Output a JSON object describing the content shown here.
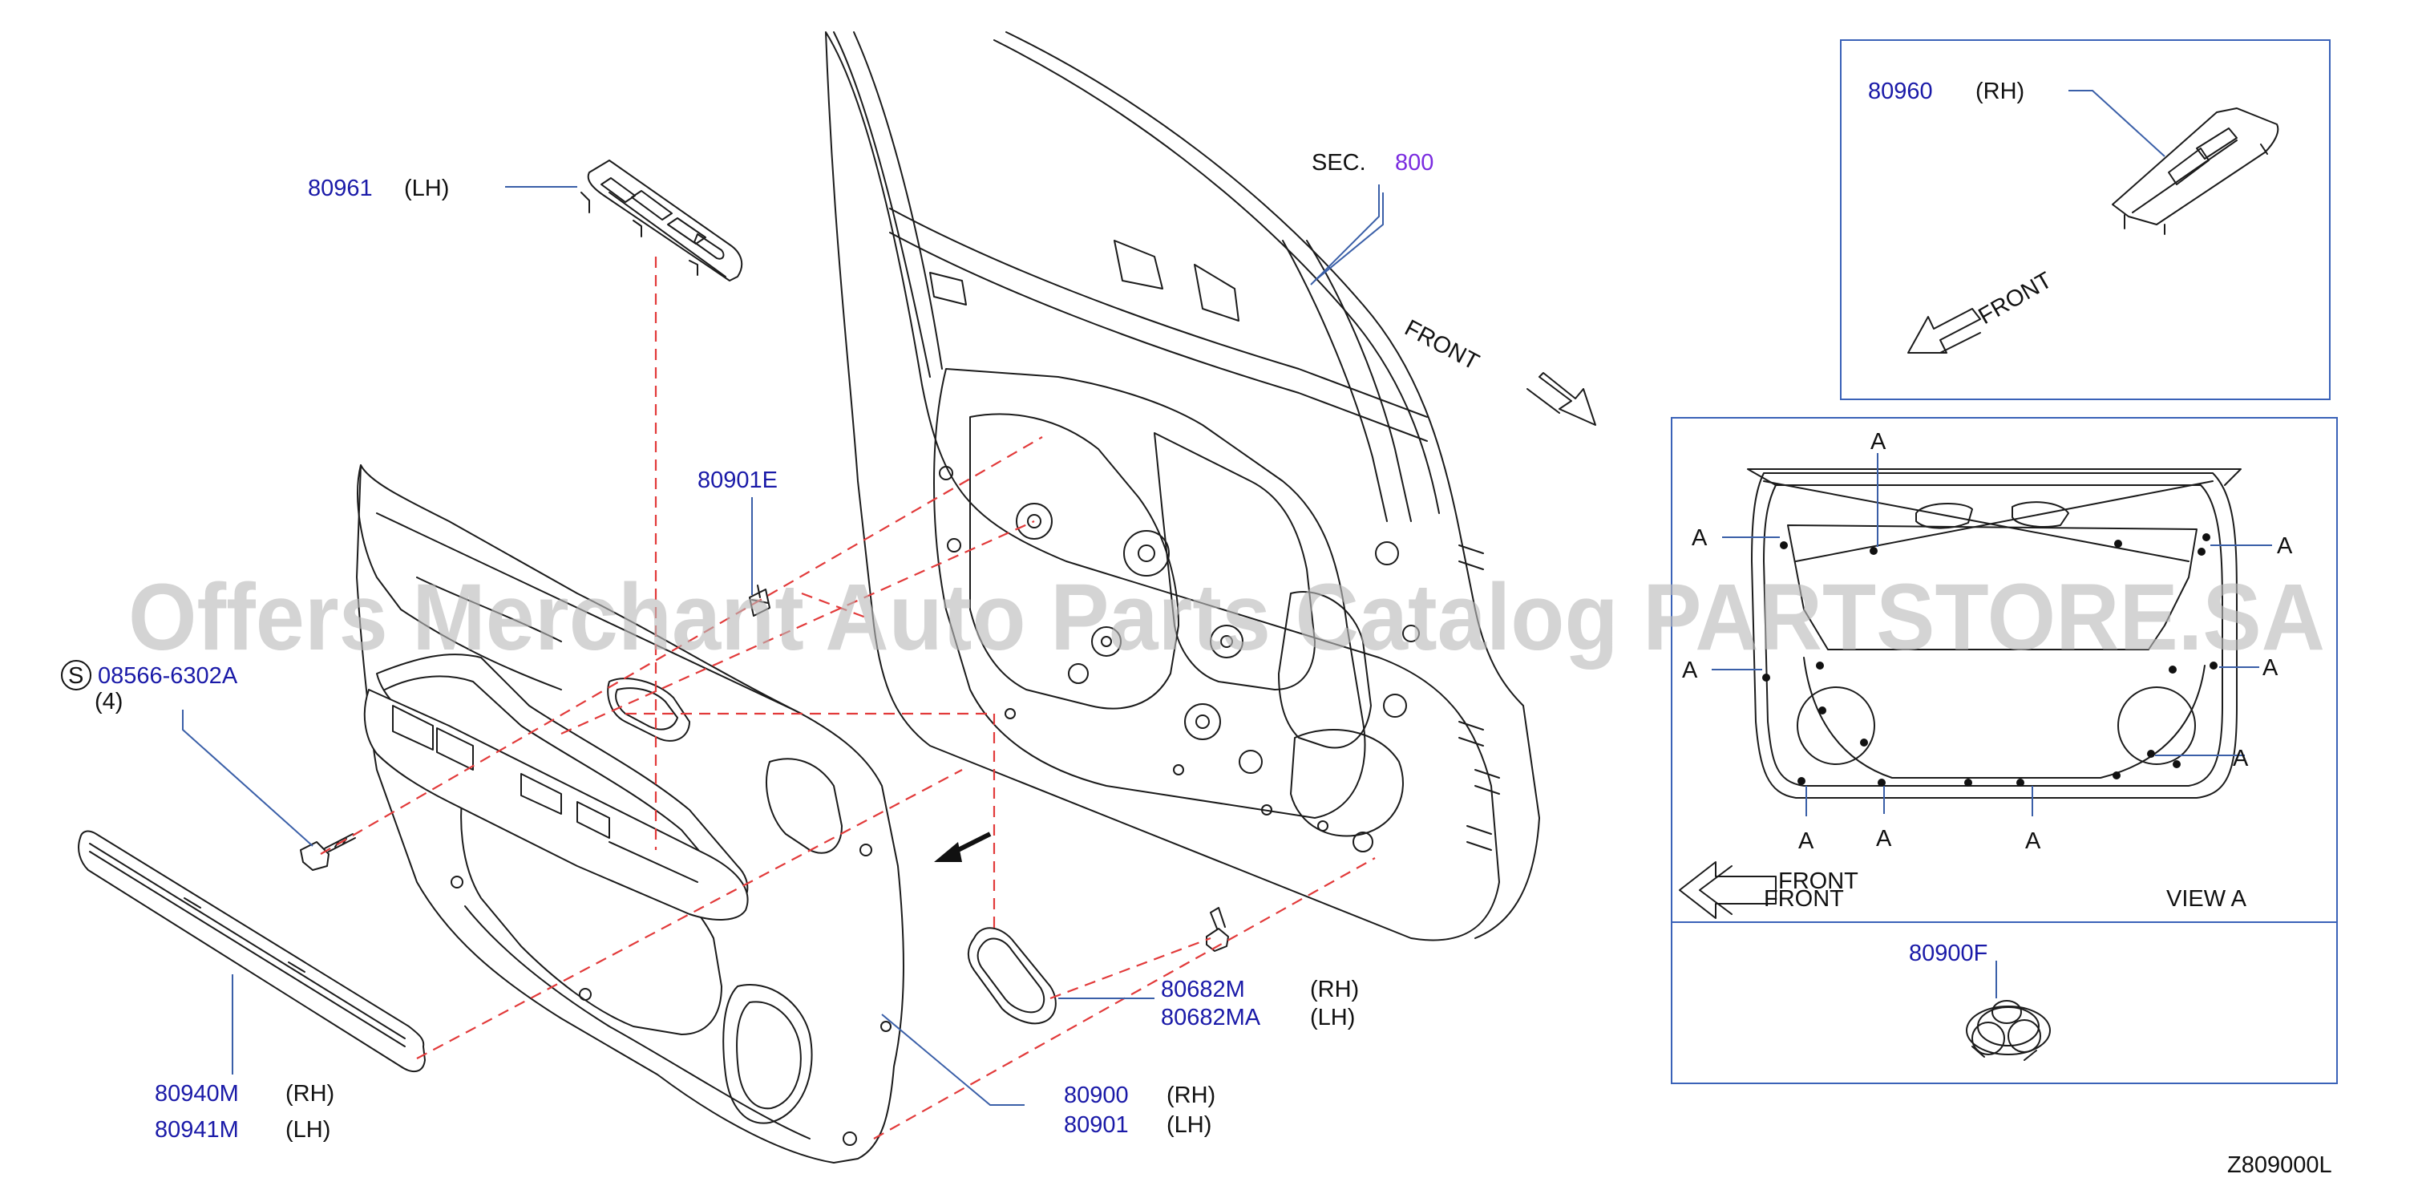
{
  "watermark": "Offers Merchant Auto Parts Catalog PARTSTORE.SA",
  "diagram_code": "Z809000L",
  "section_ref": {
    "prefix": "SEC.",
    "number": "800"
  },
  "front_labels": {
    "main": "FRONT",
    "inset_top": "FRONT",
    "view_a_line1": "FRONT",
    "view_a_line2": "FRONT"
  },
  "view_label": "VIEW A",
  "callout_letter": "A",
  "parts": {
    "p80961": {
      "number": "80961",
      "side": "(LH)"
    },
    "p80960": {
      "number": "80960",
      "side": "(RH)"
    },
    "p80901E": {
      "number": "80901E"
    },
    "screw": {
      "symbol": "S",
      "number": "08566-6302A",
      "qty": "(4)"
    },
    "p80940M": {
      "number": "80940M",
      "side": "(RH)"
    },
    "p80941M": {
      "number": "80941M",
      "side": "(LH)"
    },
    "p80682M": {
      "number": "80682M",
      "side": "(RH)"
    },
    "p80682MA": {
      "number": "80682MA",
      "side": "(LH)"
    },
    "p80900": {
      "number": "80900",
      "side": "(RH)"
    },
    "p80901": {
      "number": "80901",
      "side": "(LH)"
    },
    "p80900F": {
      "number": "80900F"
    }
  },
  "colors": {
    "part_number": "#1a1aa8",
    "section_link": "#7a2be0",
    "leader": "#3a5fa8",
    "dashed_line": "#e23a3a",
    "frame": "#3a62b8",
    "watermark": "#b9b9b9"
  }
}
